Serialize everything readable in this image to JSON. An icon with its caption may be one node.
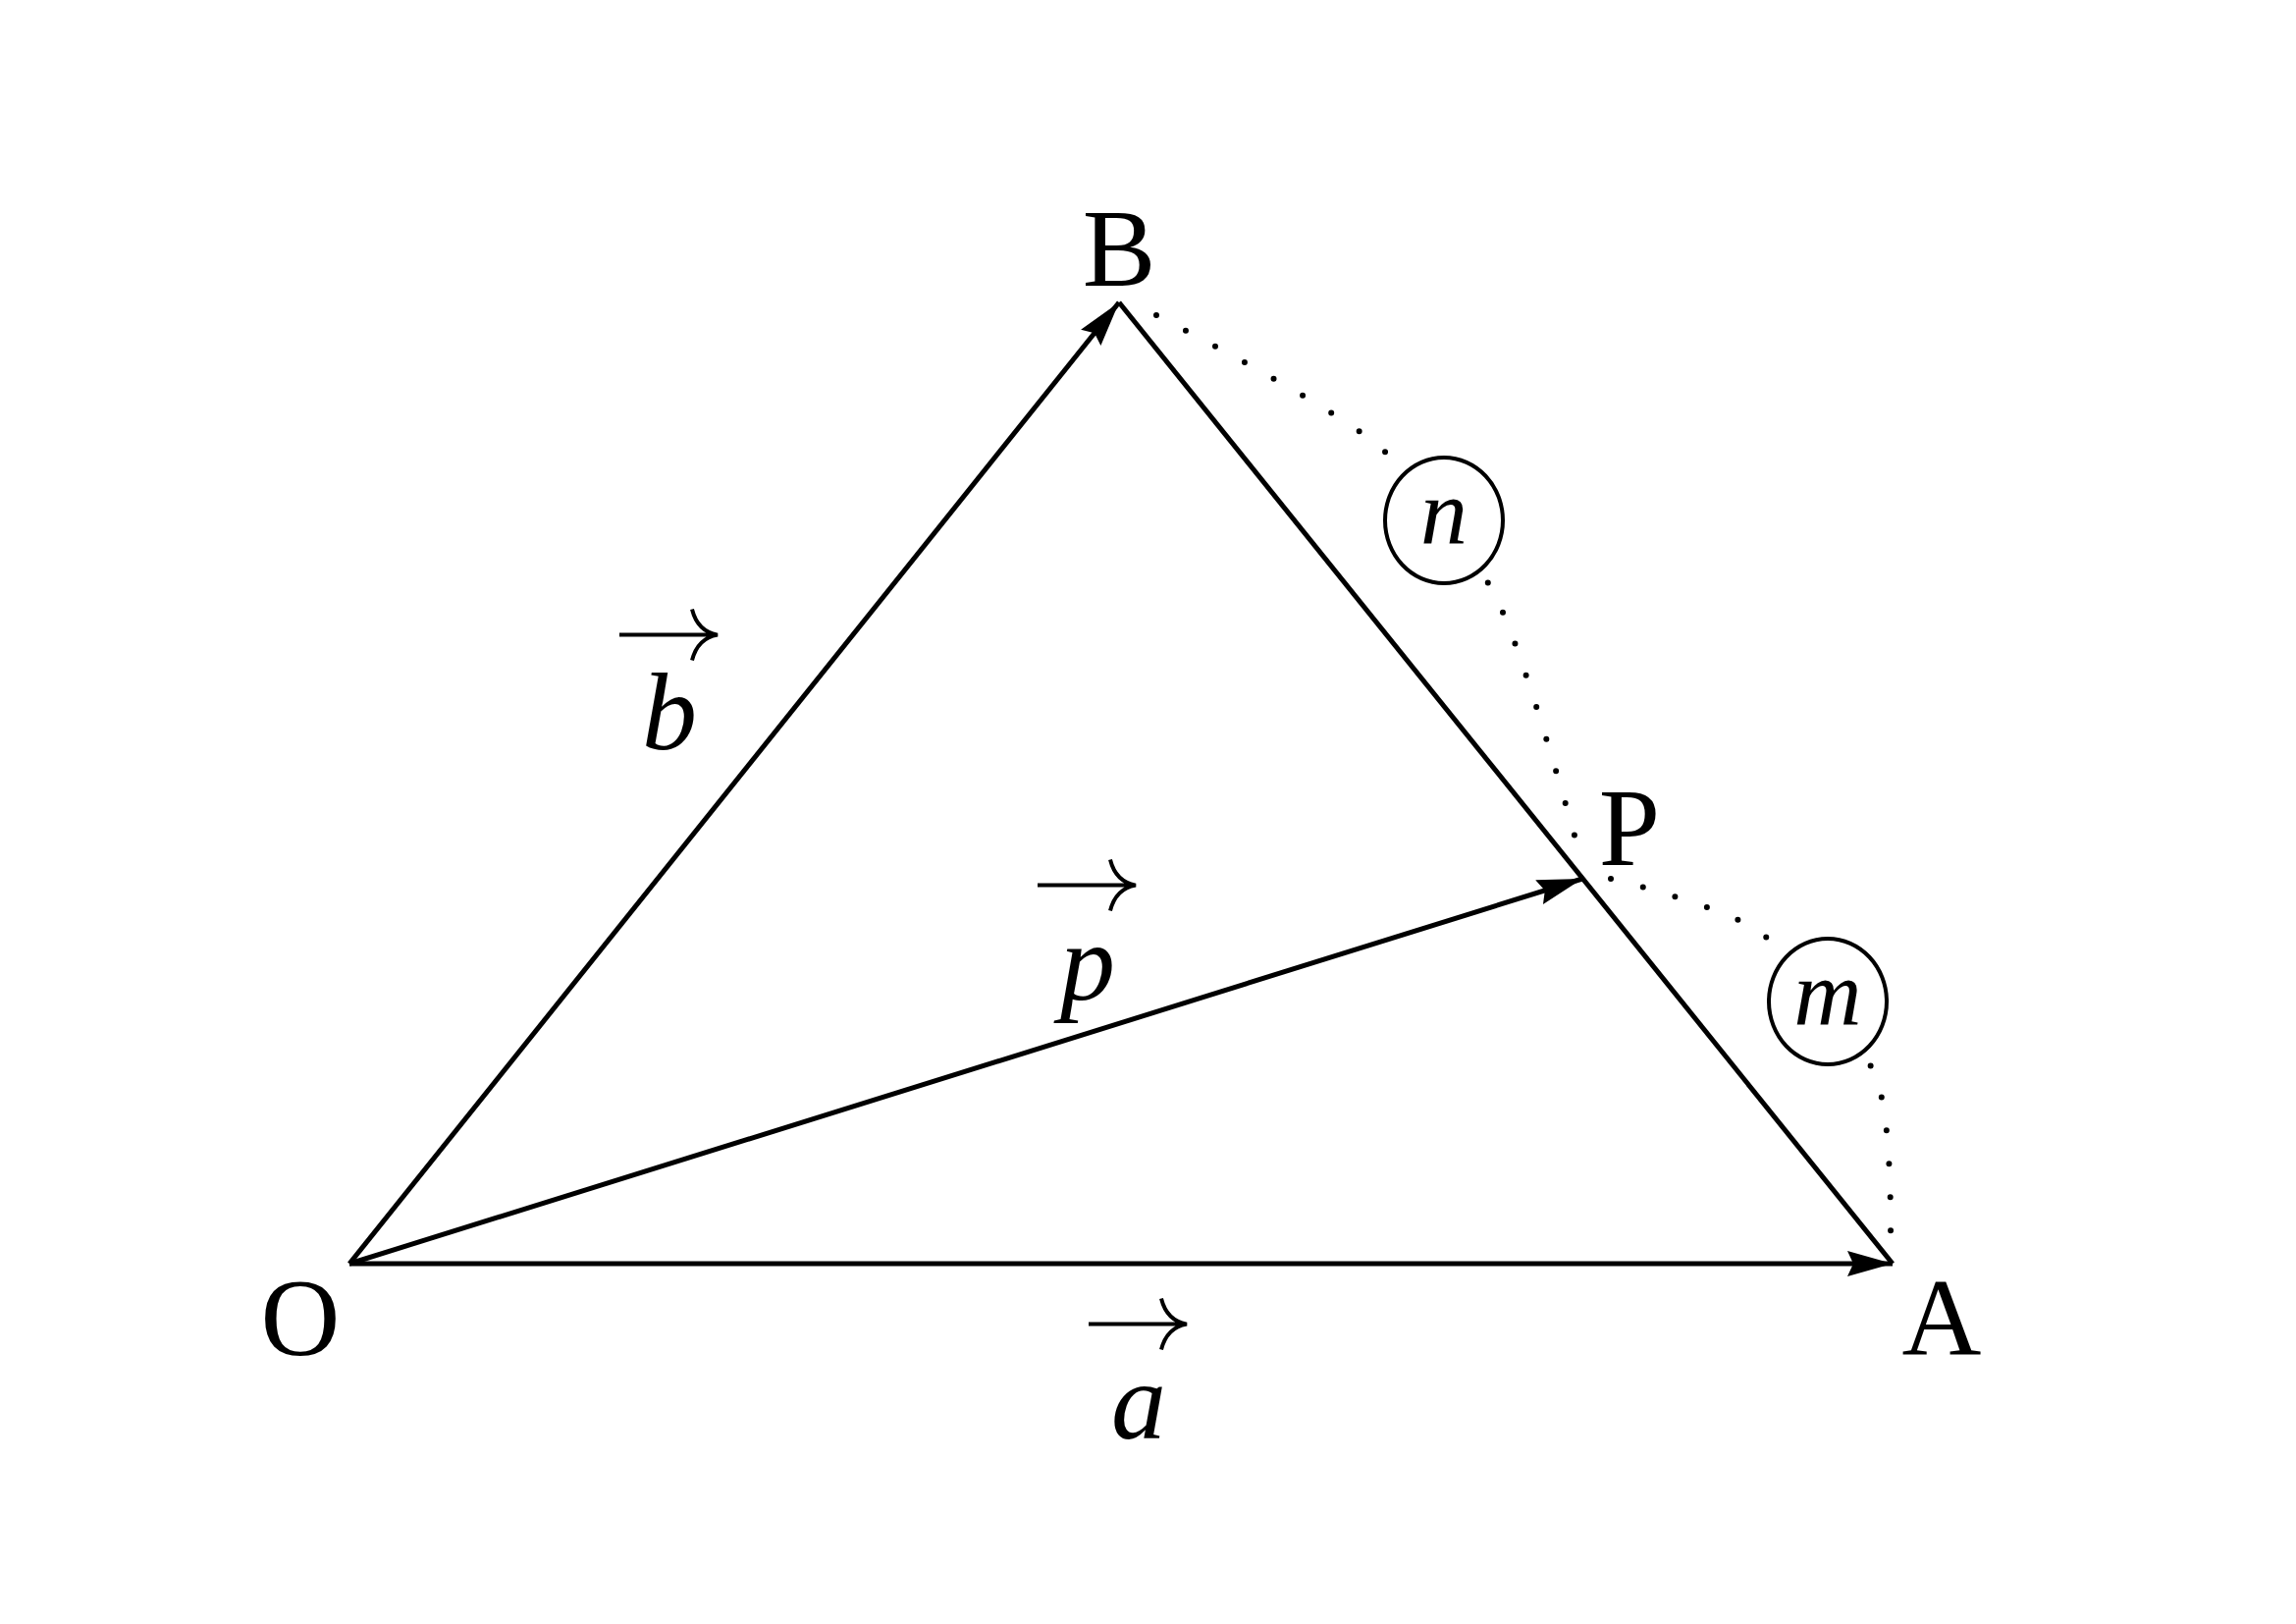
{
  "diagram": {
    "nodes": [
      {
        "text": [
          "O"
        ]
      },
      {
        "text": [
          "A"
        ]
      },
      {
        "text": [
          "B"
        ]
      },
      {
        "text": [
          "P"
        ]
      },
      {
        "text": [
          "n"
        ]
      },
      {
        "text": [
          "m"
        ]
      }
    ],
    "edges": [
      {
        "from": 0,
        "to": 1,
        "arrow": "to",
        "label": "a"
      },
      {
        "from": 0,
        "to": 2,
        "arrow": "to",
        "label": "b"
      },
      {
        "from": 0,
        "to": 3,
        "arrow": "to",
        "label": "p"
      },
      {
        "from": 2,
        "to": 1,
        "arrow": "none"
      }
    ]
  }
}
